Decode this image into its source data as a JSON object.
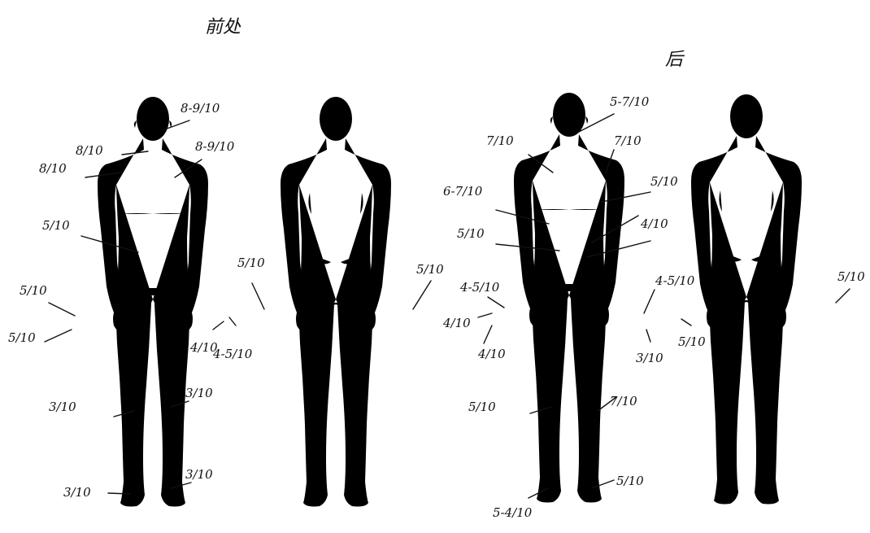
{
  "titles": {
    "before": "前处",
    "after": "后"
  },
  "annotations": [
    {
      "id": "b-face",
      "text": "8-9/10"
    },
    {
      "id": "b-neck",
      "text": "8/10"
    },
    {
      "id": "b-rshoulder",
      "text": "8/10"
    },
    {
      "id": "b-lshoulder",
      "text": "8-9/10"
    },
    {
      "id": "b-abdomen",
      "text": "5/10"
    },
    {
      "id": "b-rwrist",
      "text": "5/10"
    },
    {
      "id": "b-rhand",
      "text": "5/10"
    },
    {
      "id": "b-lhand-a",
      "text": "4/10"
    },
    {
      "id": "b-lhand-b",
      "text": "4-5/10"
    },
    {
      "id": "b-rleg",
      "text": "3/10"
    },
    {
      "id": "b-lleg",
      "text": "3/10"
    },
    {
      "id": "b-rfoot",
      "text": "3/10"
    },
    {
      "id": "b-lfoot",
      "text": "3/10"
    },
    {
      "id": "b-back-rhand",
      "text": "5/10"
    },
    {
      "id": "b-back-lhand",
      "text": "5/10"
    },
    {
      "id": "a-face",
      "text": "5-7/10"
    },
    {
      "id": "a-rshoulder",
      "text": "7/10"
    },
    {
      "id": "a-lshoulder",
      "text": "7/10"
    },
    {
      "id": "a-chest-r",
      "text": "6-7/10"
    },
    {
      "id": "a-chest-l",
      "text": "5/10"
    },
    {
      "id": "a-abd-r",
      "text": "5/10"
    },
    {
      "id": "a-abd-l",
      "text": "4/10"
    },
    {
      "id": "a-rwrist",
      "text": "4-5/10"
    },
    {
      "id": "a-rhand",
      "text": "4/10"
    },
    {
      "id": "a-rfinger",
      "text": "4/10"
    },
    {
      "id": "a-lwrist",
      "text": "4-5/10"
    },
    {
      "id": "a-lhand",
      "text": "3/10"
    },
    {
      "id": "a-rleg",
      "text": "5/10"
    },
    {
      "id": "a-lleg",
      "text": "7/10"
    },
    {
      "id": "a-rfoot",
      "text": "5-4/10"
    },
    {
      "id": "a-lfoot",
      "text": "5/10"
    },
    {
      "id": "a-back-rhand",
      "text": "5/10"
    },
    {
      "id": "a-back-lhand",
      "text": "5/10"
    }
  ]
}
